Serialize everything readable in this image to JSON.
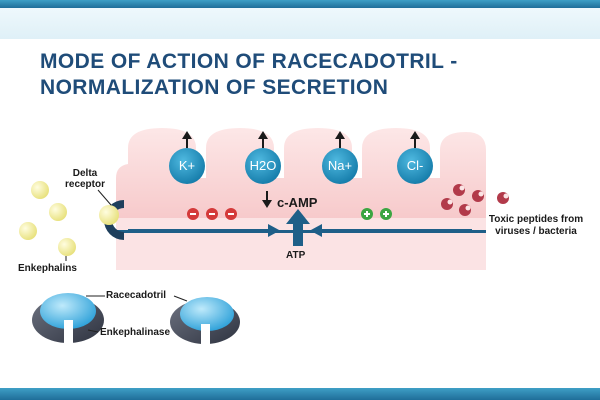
{
  "title": {
    "line1": "MODE OF ACTION OF RACECADOTRIL -",
    "line2": "NORMALIZATION OF SECRETION"
  },
  "ions": [
    {
      "label": "K+"
    },
    {
      "label": "H2O"
    },
    {
      "label": "Na+"
    },
    {
      "label": "Cl-"
    }
  ],
  "labels": {
    "delta_receptor": "Delta receptor",
    "enkephalins": "Enkephalins",
    "camp": "c-AMP",
    "atp": "ATP",
    "toxic_peptides": "Toxic peptides from viruses / bacteria",
    "racecadotril": "Racecadotril",
    "enkephalinase": "Enkephalinase"
  },
  "colors": {
    "title": "#1f4c79",
    "ion_circle": "#1b8fc0",
    "arrow": "#1e5f88",
    "cell_tissue": "#f7caca",
    "negative_sign": "#d43a3a",
    "positive_sign": "#3ba542",
    "toxic_peptide": "#b23a4a",
    "enkephalin": "#f1ee9a"
  }
}
